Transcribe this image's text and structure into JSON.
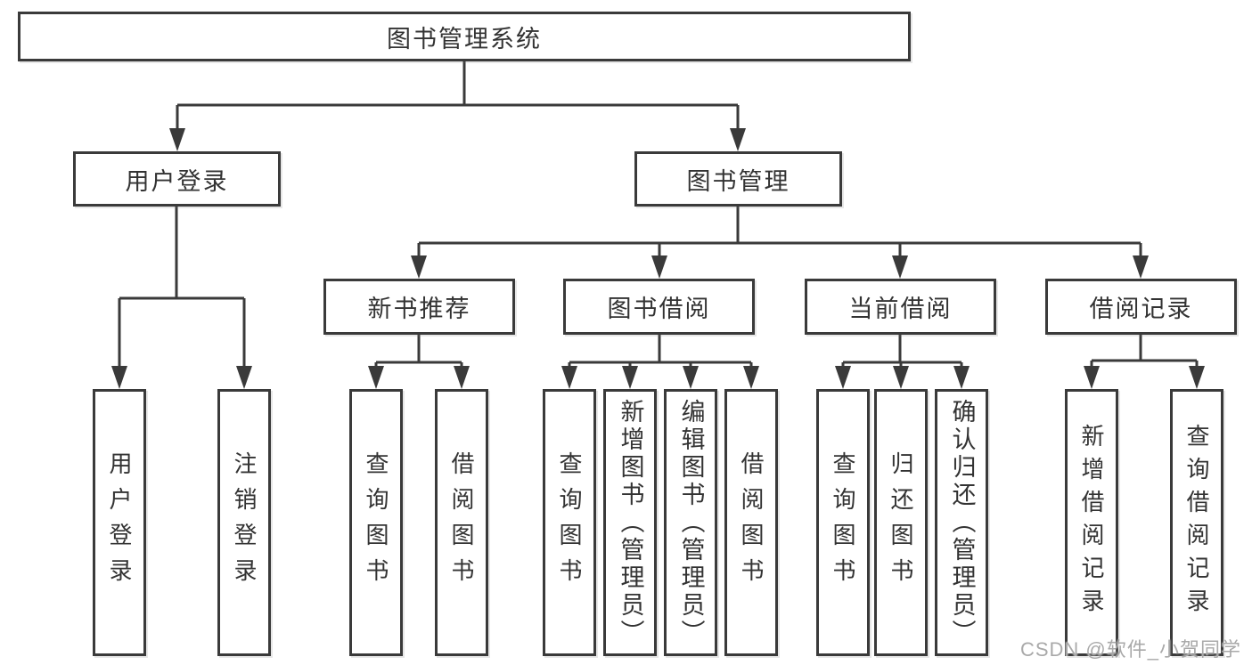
{
  "diagram": {
    "root": {
      "label": "图书管理系统"
    },
    "level2": [
      {
        "id": "user-login",
        "label": "用户登录"
      },
      {
        "id": "book-management",
        "label": "图书管理"
      }
    ],
    "level3": [
      {
        "id": "new-book-recommend",
        "label": "新书推荐"
      },
      {
        "id": "book-borrow",
        "label": "图书借阅"
      },
      {
        "id": "current-borrow",
        "label": "当前借阅"
      },
      {
        "id": "borrow-record",
        "label": "借阅记录"
      }
    ],
    "leaves": [
      {
        "id": "leaf-user-login",
        "label": "用户登录"
      },
      {
        "id": "leaf-logout",
        "label": "注销登录"
      },
      {
        "id": "leaf-query-book-recommend",
        "label": "查询图书"
      },
      {
        "id": "leaf-borrow-book-recommend",
        "label": "借阅图书"
      },
      {
        "id": "leaf-query-book-borrow",
        "label": "查询图书"
      },
      {
        "id": "leaf-add-book-admin",
        "label": "新增图书（管理员）"
      },
      {
        "id": "leaf-edit-book-admin",
        "label": "编辑图书（管理员）"
      },
      {
        "id": "leaf-borrow-book",
        "label": "借阅图书"
      },
      {
        "id": "leaf-query-book-current",
        "label": "查询图书"
      },
      {
        "id": "leaf-return-book",
        "label": "归还图书"
      },
      {
        "id": "leaf-confirm-return-admin",
        "label": "确认归还（管理员）"
      },
      {
        "id": "leaf-add-borrow-record",
        "label": "新增借阅记录"
      },
      {
        "id": "leaf-query-borrow-record",
        "label": "查询借阅记录"
      }
    ],
    "watermark": "CSDN @软件_小贺同学"
  },
  "colors": {
    "line": "#3a3a3a",
    "text": "#333333",
    "watermark": "#a9a9a9",
    "background": "#ffffff"
  }
}
